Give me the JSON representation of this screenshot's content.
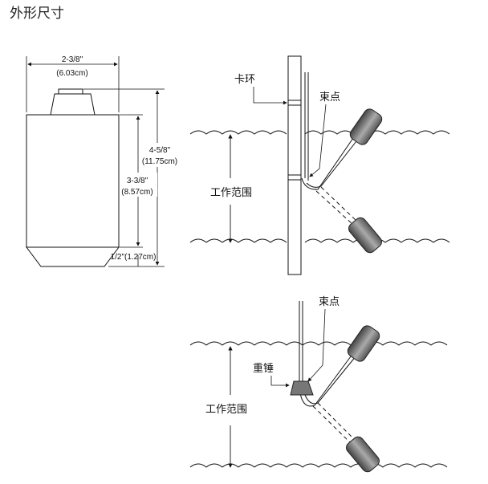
{
  "title": "外形尺寸",
  "dimensions": {
    "width_in": "2-3/8\"",
    "width_cm": "(6.03cm)",
    "total_height_in": "4-5/8\"",
    "total_height_cm": "(11.75cm)",
    "body_height_in": "3-3/8\"",
    "body_height_cm": "(8.57cm)",
    "bottom_height": "1/2\"(1.27cm)"
  },
  "diagram_top": {
    "clip_label": "卡环",
    "tie_point_label": "束点",
    "range_label": "工作范围"
  },
  "diagram_bottom": {
    "tie_point_label": "束点",
    "weight_label": "重锤",
    "range_label": "工作范围"
  },
  "colors": {
    "float_dark": "#555555",
    "float_light": "#aaaaaa",
    "line": "#111111"
  }
}
